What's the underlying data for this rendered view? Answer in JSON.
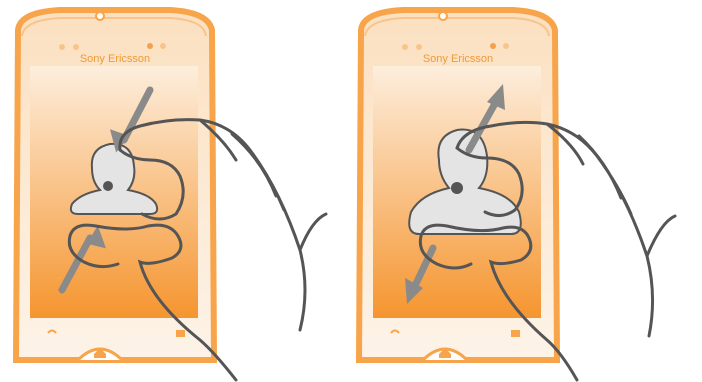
{
  "brand_text": "Sony Ericsson",
  "colors": {
    "phone_body": "#f7a44a",
    "phone_inner": "#fbd6a9",
    "screen_top": "#fde9d3",
    "screen_bottom": "#f59b3a",
    "hand_stroke": "#555555",
    "arrow_fill": "#9c9c9c",
    "figure_fill": "#e6e6e6"
  },
  "illustrations": [
    {
      "gesture": "pinch-in"
    },
    {
      "gesture": "pinch-out"
    }
  ]
}
